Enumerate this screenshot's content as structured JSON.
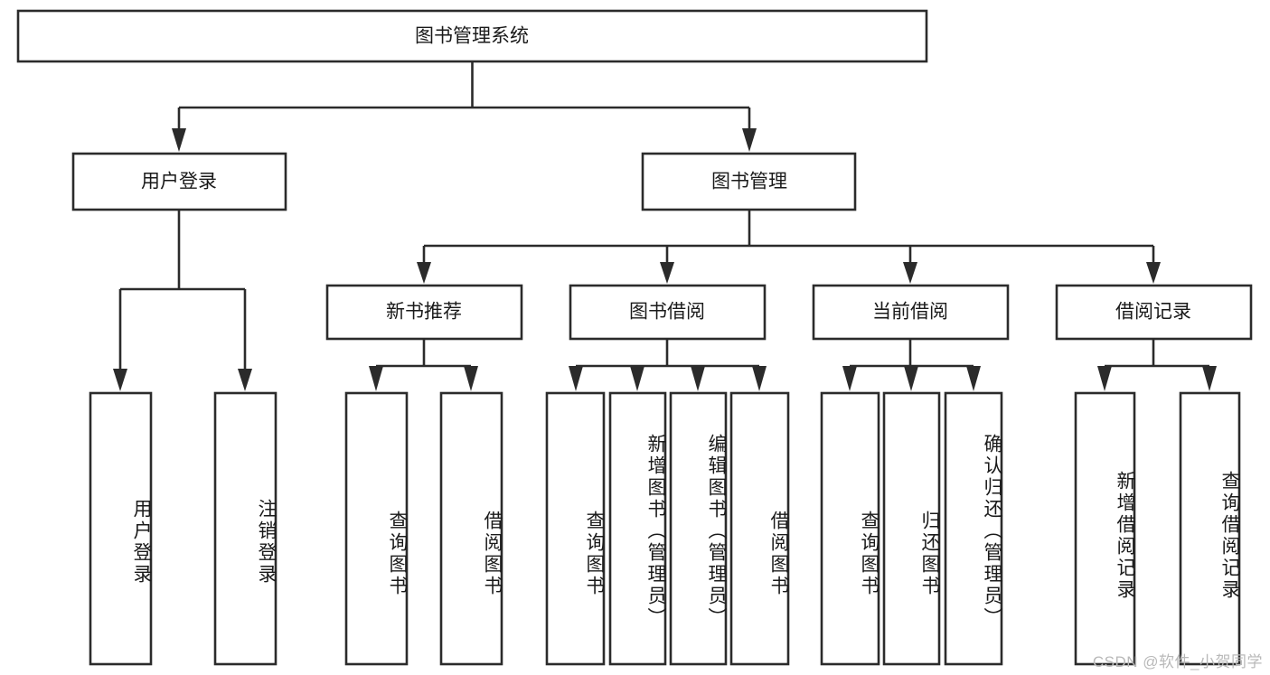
{
  "diagram": {
    "type": "tree-hierarchy",
    "title": "图书管理系统",
    "watermark": "CSDN @软件_小贺同学",
    "colors": {
      "background": "#ffffff",
      "box_stroke": "#2b2b2b",
      "box_fill": "#ffffff",
      "text": "#1a1a1a",
      "watermark": "#b9b9b9"
    },
    "levels": {
      "root": {
        "label": "图书管理系统"
      },
      "level2": [
        {
          "label": "用户登录"
        },
        {
          "label": "图书管理"
        }
      ],
      "level3": [
        {
          "label": "新书推荐"
        },
        {
          "label": "图书借阅"
        },
        {
          "label": "当前借阅"
        },
        {
          "label": "借阅记录"
        }
      ],
      "leaves": {
        "user_login": [
          {
            "label": "用户登录"
          },
          {
            "label": "注销登录"
          }
        ],
        "new_book_recommend": [
          {
            "label": "查询图书"
          },
          {
            "label": "借阅图书"
          }
        ],
        "book_borrow": [
          {
            "label": "查询图书"
          },
          {
            "label": "新增图书（管理员）"
          },
          {
            "label": "编辑图书（管理员）"
          },
          {
            "label": "借阅图书"
          }
        ],
        "current_borrow": [
          {
            "label": "查询图书"
          },
          {
            "label": "归还图书"
          },
          {
            "label": "确认归还（管理员）"
          }
        ],
        "borrow_record": [
          {
            "label": "新增借阅记录"
          },
          {
            "label": "查询借阅记录"
          }
        ]
      }
    }
  }
}
